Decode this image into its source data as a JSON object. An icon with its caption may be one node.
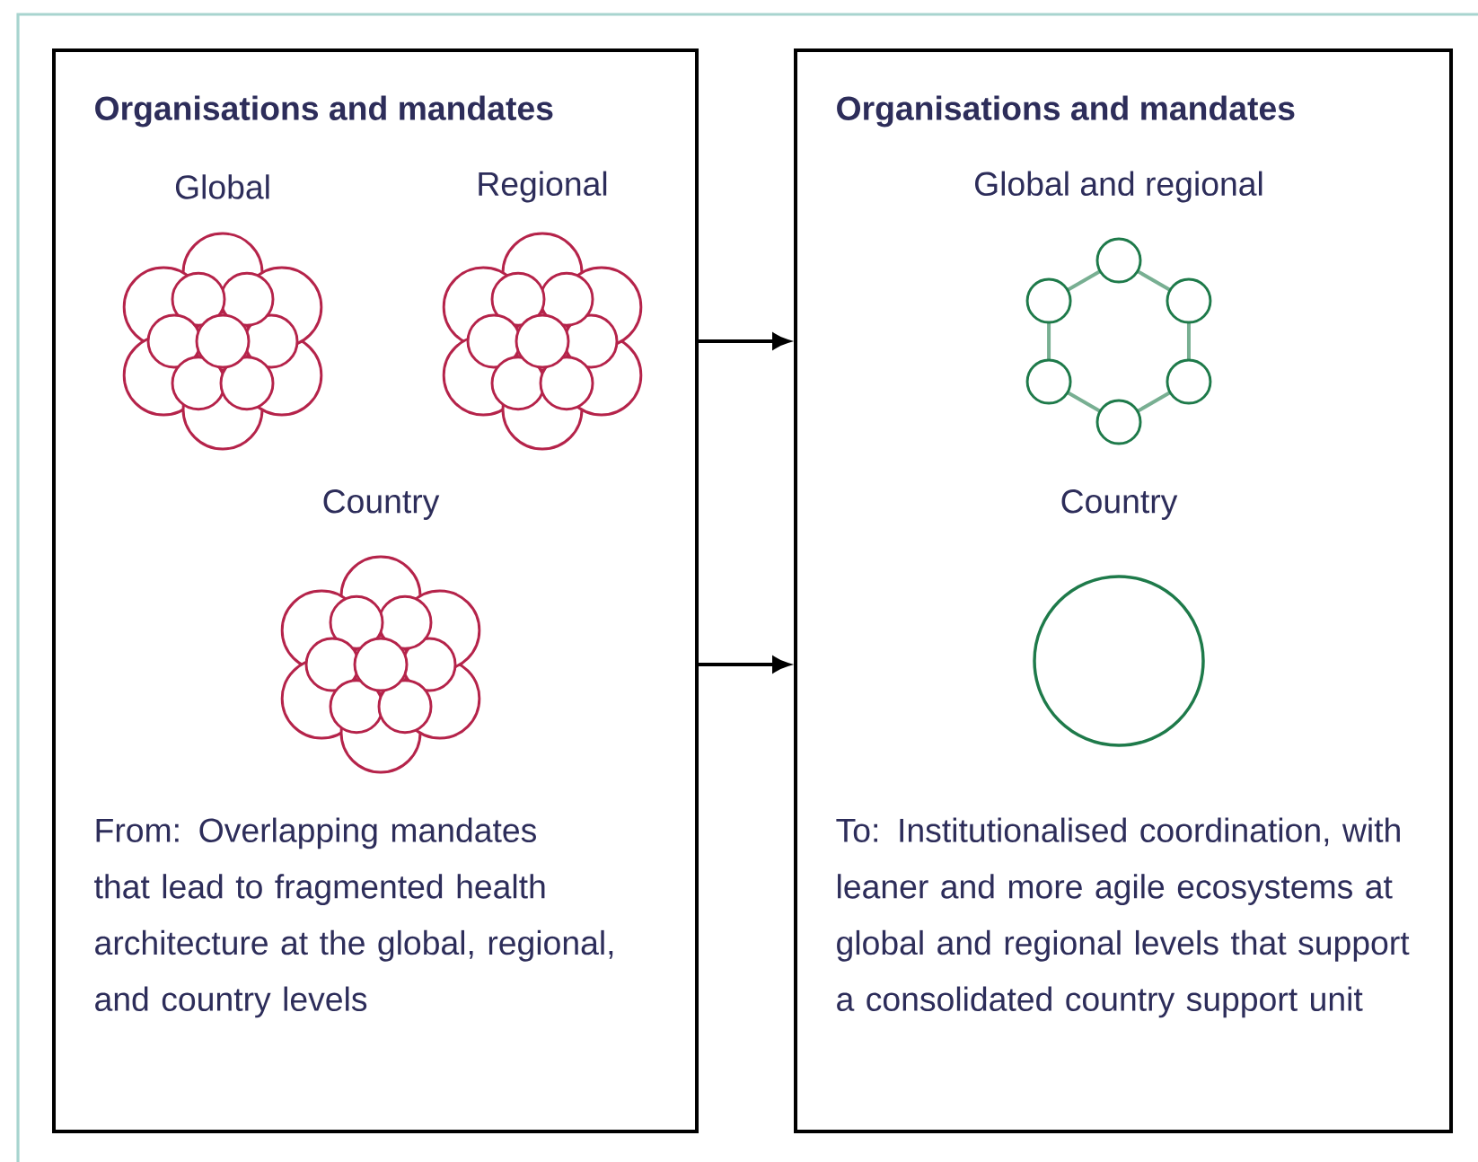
{
  "diagram": {
    "nodes": [
      {
        "text": [
          "Organisations and mandates",
          "From: Overlapping mandates that lead to fragmented health architecture at the global, regional, and country levels"
        ]
      },
      {
        "text": [
          "Global"
        ],
        "in": 0
      },
      {
        "text": [
          "Regional"
        ],
        "in": 0
      },
      {
        "text": [
          "Country"
        ],
        "in": 0
      },
      {
        "text": [
          "Organisations and mandates",
          "To: Institutionalised coordination, with leaner and more agile ecosystems at global and regional levels that support a consolidated country support unit"
        ]
      },
      {
        "text": [
          "Global and regional"
        ],
        "in": 4
      },
      {
        "text": [
          "Country"
        ],
        "in": 4
      }
    ],
    "edges": [
      {
        "from": 0,
        "to": 4,
        "arrow": "to"
      },
      {
        "from": 0,
        "to": 4,
        "arrow": "to"
      }
    ]
  }
}
